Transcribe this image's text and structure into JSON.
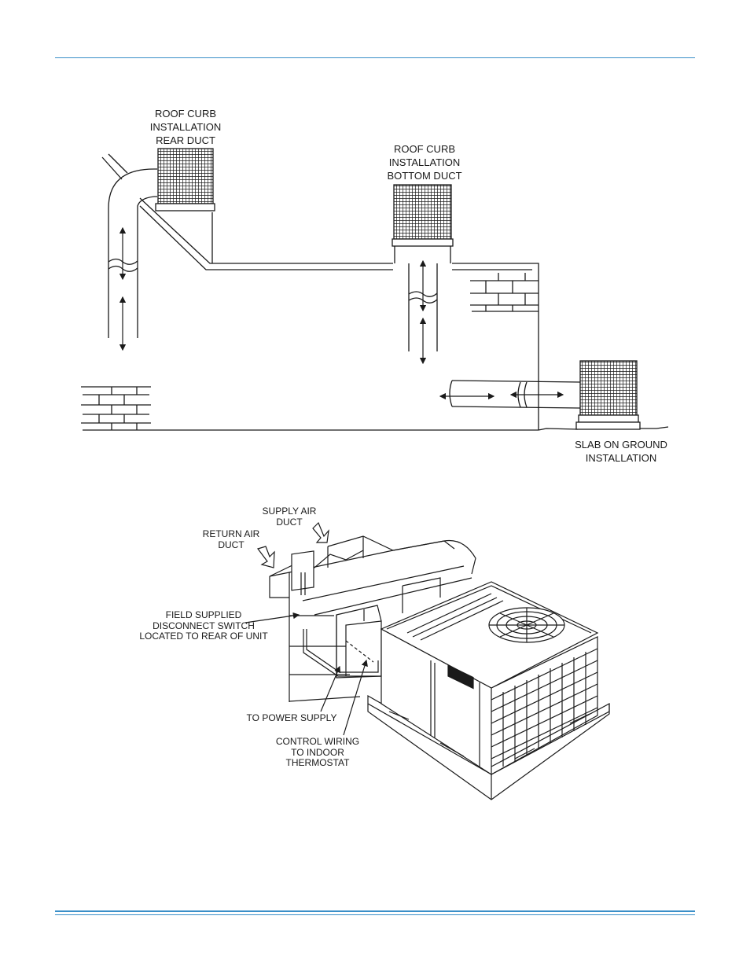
{
  "figure1": {
    "labels": {
      "rear_duct": [
        "ROOF CURB",
        "INSTALLATION",
        "REAR DUCT"
      ],
      "bottom_duct": [
        "ROOF CURB",
        "INSTALLATION",
        "BOTTOM DUCT"
      ],
      "slab": [
        "SLAB ON GROUND",
        "INSTALLATION"
      ]
    }
  },
  "figure2": {
    "labels": {
      "supply_air": [
        "SUPPLY AIR",
        "DUCT"
      ],
      "return_air": [
        "RETURN AIR",
        "DUCT"
      ],
      "disconnect": [
        "FIELD SUPPLIED",
        "DISCONNECT SWITCH",
        "LOCATED TO REAR OF UNIT"
      ],
      "power": [
        "TO POWER SUPPLY"
      ],
      "control": [
        "CONTROL WIRING",
        "TO INDOOR",
        "THERMOSTAT"
      ]
    }
  },
  "colors": {
    "rule": "#3a8fc8",
    "line": "#1a1a1a"
  }
}
